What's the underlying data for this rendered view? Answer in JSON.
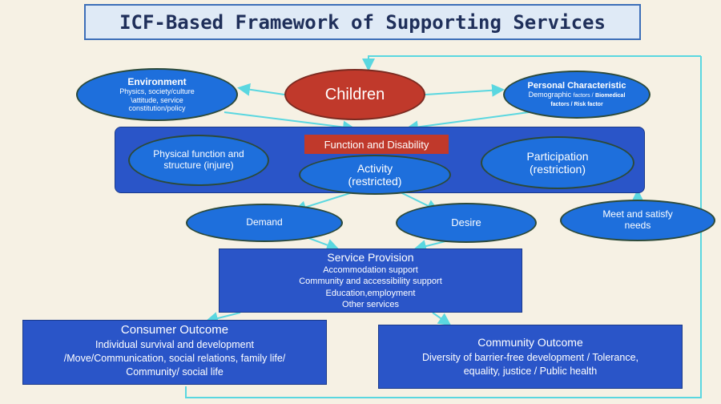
{
  "title": "ICF-Based Framework of Supporting Services",
  "environment": {
    "heading": "Environment",
    "body": "Physics, society/culture \\attitude, service constitution/policy"
  },
  "children": "Children",
  "personal": {
    "heading": "Personal Characteristic",
    "body_a": "Demographic",
    "body_b": "factors /",
    "body_c": "Biomedical factors / Risk factor"
  },
  "function_disability": "Function and Disability",
  "physical": "Physical function and structure (injure)",
  "activity": {
    "line1": "Activity",
    "line2": "(restricted)"
  },
  "participation": {
    "line1": "Participation",
    "line2": "(restriction)"
  },
  "demand": "Demand",
  "desire": "Desire",
  "meet": "Meet and satisfy needs",
  "service": {
    "heading": "Service Provision",
    "items": [
      "Accommodation support",
      "Community and accessibility support",
      "Education,employment",
      "Other services"
    ]
  },
  "consumer": {
    "heading": "Consumer Outcome",
    "body": [
      "Individual survival and development",
      "/Move/Communication, social relations, family life/",
      "Community/ social life"
    ]
  },
  "community": {
    "heading": "Community Outcome",
    "body": [
      "Diversity of barrier-free development / Tolerance,",
      "equality, justice / Public health"
    ]
  },
  "colors": {
    "blue": "#1e6fdc",
    "red": "#c0392b",
    "arrow": "#5ad7e0"
  }
}
